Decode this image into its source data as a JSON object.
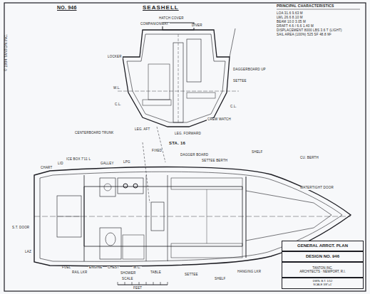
{
  "diagram": {
    "title": "SEASHELL",
    "nodes": [
      {
        "text": [
          "GENERAL ARRGT. PLAN"
        ]
      },
      {
        "text": [
          "DESIGN NO. 946"
        ]
      },
      {
        "text": [
          "TANTON INC.",
          "ARCHITECTS · NEWPORT, R.I."
        ]
      },
      {
        "text": [
          "DWN. B.T. 1/12",
          "SCALE 3/8\"=1'"
        ]
      }
    ],
    "labels": [
      "NO. 946",
      "© 1994 TANTON INC.",
      "PRINCIPAL CHARACTERISTICS",
      "LOA 31.6 9.63 M",
      "LWL 26.6 8.10 M",
      "BEAM 10.0 3.05 M",
      "DRAFT 4.6 / 6.6 1.40 M",
      "DISPLACEMENT 8000 LBS 3.6 T (LIGHT)",
      "SAIL AREA (100%) 525 SF 48.8 M²",
      "HATCH COVER",
      "COMPANIONWAY",
      "DIVER",
      "LOCKER",
      "DAGGERBOARD UP",
      "SETTEE",
      "W.L.",
      "C.L.",
      "C.L.",
      "CREW WATCH",
      "CENTERBOARD TRUNK",
      "LEG. AFT",
      "LEG. FORWARD",
      "STA. 16",
      "FIXED",
      "DAGGER BOARD",
      "SETTEE BERTH",
      "SHELF",
      "CU. BERTH",
      "ICE BOX 7'11 L",
      "GALLEY",
      "LPG",
      "LID",
      "CHART",
      "WATERTIGHT DOOR",
      "S.T. DOOR",
      "LAZ",
      "FUEL",
      "RAIL LKR",
      "ENGINE",
      "CHEST",
      "SHOWER",
      "W.C.",
      "TABLE",
      "SETTEE",
      "SHELF",
      "HANGING LKR",
      "SCALE",
      "FEET"
    ]
  }
}
